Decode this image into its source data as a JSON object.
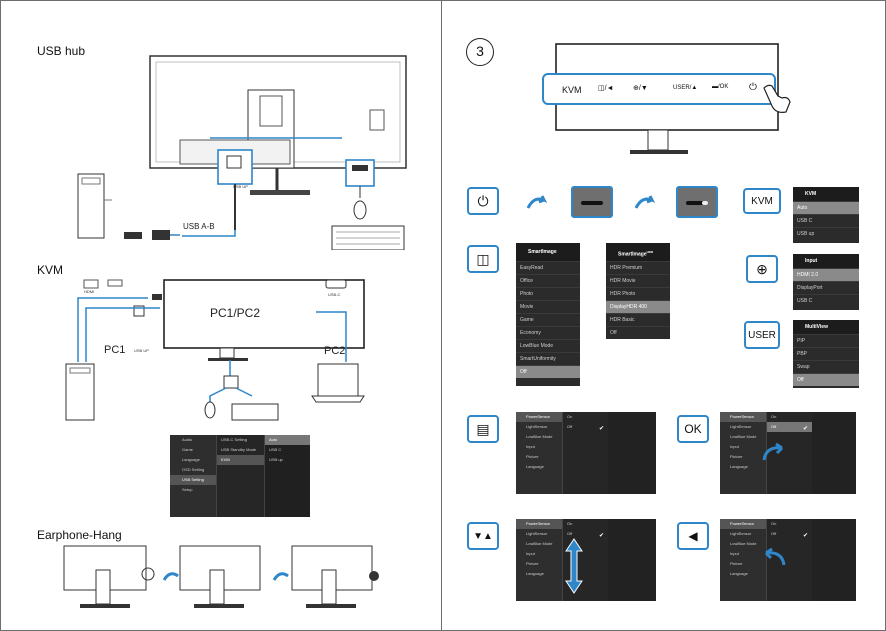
{
  "left": {
    "usb_hub": {
      "title": "USB hub",
      "usb_up_label": "USB UP",
      "cable_label": "USB A-B"
    },
    "kvm": {
      "title": "KVM",
      "hdmi_label": "HDMI",
      "usbup_label": "USB UP",
      "usbc_label": "USB-C",
      "pc1": "PC1",
      "pc2": "PC2",
      "monitor_label": "PC1/PC2",
      "osd": {
        "col1": [
          "Audio",
          "Game",
          "Language",
          "OSD Setting",
          "USB Setting",
          "Setup"
        ],
        "col1_selected": 4,
        "col2": [
          "USB-C Setting",
          "USB Standby Mode",
          "KVM"
        ],
        "col2_selected": 2,
        "col3": [
          "Auto",
          "USB C",
          "USB up"
        ],
        "col3_selected": 0
      }
    },
    "earphone": {
      "title": "Earphone-Hang"
    }
  },
  "right": {
    "step": "3",
    "front_buttons": [
      "KVM",
      "/◄",
      "/▼",
      "USER/▲",
      "/OK"
    ],
    "kvm_button": "KVM",
    "kvm_menu": {
      "title": "KVM",
      "items": [
        "Auto",
        "USB C",
        "USB up"
      ],
      "selected": 0
    },
    "smartimage_menu": {
      "title": "SmartImage",
      "items": [
        "EasyRead",
        "Office",
        "Photo",
        "Movie",
        "Game",
        "Economy",
        "LowBlue Mode",
        "SmartUniformity",
        "Off"
      ],
      "selected": 8
    },
    "smartimage_hdr_menu": {
      "title": "SmartImage",
      "sup": "HDR",
      "items": [
        "HDR Premium",
        "HDR Movie",
        "HDR Photo",
        "DisplayHDR 400",
        "HDR Basic",
        "Off"
      ],
      "selected": 3
    },
    "input_menu": {
      "title": "Input",
      "items": [
        "HDMI 2.0",
        "DisplayPort",
        "USB C"
      ],
      "selected": 0
    },
    "user_button": "USER",
    "multiview_menu": {
      "title": "MultiView",
      "items": [
        "PIP",
        "PBP",
        "Swap",
        "Off"
      ],
      "selected": 3
    },
    "ok_button": "OK",
    "osd_preview": {
      "items": [
        "PowerSensor",
        "LightSensor",
        "LowBlue Mode",
        "Input",
        "Picture",
        "Language"
      ],
      "values": [
        "On",
        "Off"
      ]
    }
  }
}
